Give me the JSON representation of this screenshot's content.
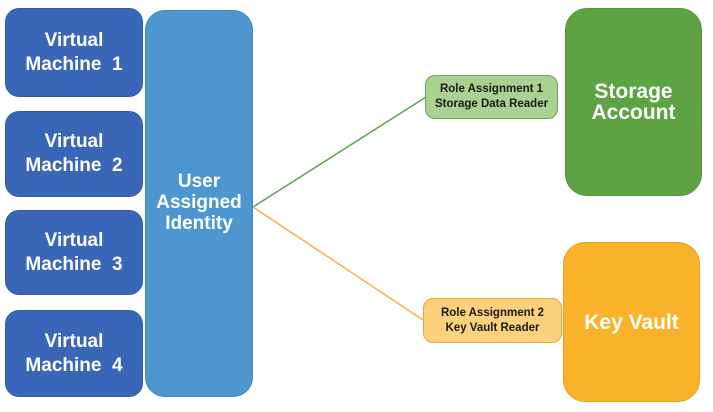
{
  "diagram": {
    "title": "user-assigned-identity-role-assignments",
    "vms": [
      {
        "label": "Virtual\nMachine  1"
      },
      {
        "label": "Virtual\nMachine  2"
      },
      {
        "label": "Virtual\nMachine  3"
      },
      {
        "label": "Virtual\nMachine  4"
      }
    ],
    "identity": {
      "label": "User\nAssigned\nIdentity"
    },
    "role_assignments": [
      {
        "label": "Role Assignment 1\nStorage Data Reader"
      },
      {
        "label": "Role Assignment 2\nKey Vault Reader"
      }
    ],
    "targets": [
      {
        "label": "Storage\nAccount"
      },
      {
        "label": "Key Vault"
      }
    ],
    "colors": {
      "vm_fill": "#3A66B8",
      "vm_border": "#2F5BA8",
      "identity_fill": "#4D96CF",
      "identity_border": "#4089C4",
      "storage_fill": "#5EA343",
      "storage_border": "#53963A",
      "keyvault_fill": "#F8B32B",
      "keyvault_border": "#E8A424",
      "role1_fill": "#A9D18F",
      "role1_border": "#70A351",
      "role2_fill": "#FCD17D",
      "role2_border": "#E9A43C",
      "line_green": "#5FA150",
      "line_orange": "#FBB03B"
    }
  }
}
